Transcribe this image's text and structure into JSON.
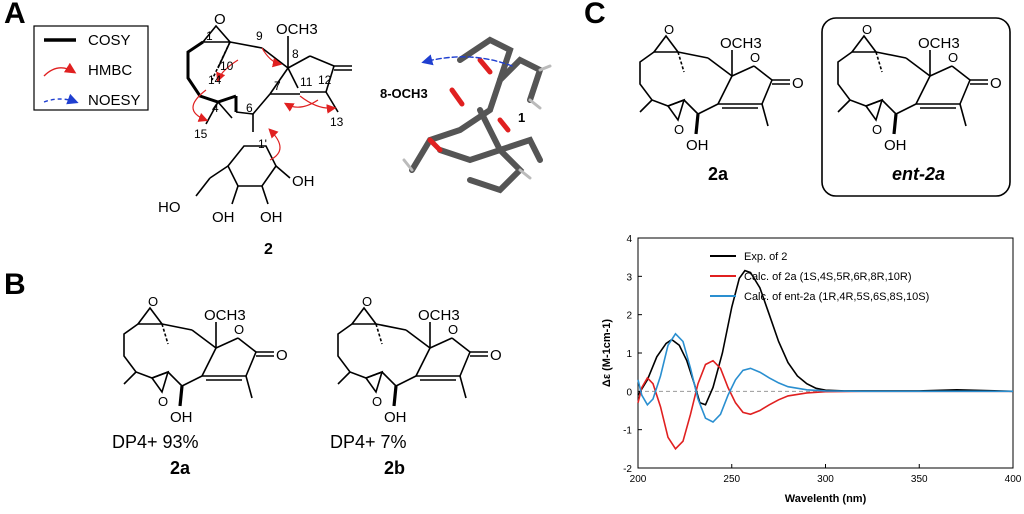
{
  "panels": {
    "a": "A",
    "b": "B",
    "c": "C"
  },
  "legend": {
    "cosy": "COSY",
    "hmbc": "HMBC",
    "noesy": "NOESY"
  },
  "panel_a": {
    "compound": "2",
    "atoms": {
      "c1": "1",
      "c4": "4",
      "c6": "6",
      "c7": "7",
      "c8": "8",
      "c9": "9",
      "c10": "10",
      "c11": "11",
      "c12": "12",
      "c13": "13",
      "c14": "14",
      "c15": "15",
      "c1p": "1'"
    },
    "substituents": {
      "och3": "OCH3",
      "oh": "OH",
      "ho": "HO",
      "o": "O"
    },
    "model_labels": {
      "och3": "8-OCH3",
      "h1": "1"
    }
  },
  "panel_b": {
    "items": [
      {
        "id": "2a",
        "dp4": "DP4+  93%",
        "oh": "OH",
        "och3": "OCH3"
      },
      {
        "id": "2b",
        "dp4": "DP4+  7%",
        "oh": "OH",
        "och3": "OCH3"
      }
    ]
  },
  "panel_c": {
    "structures": [
      {
        "id": "2a",
        "oh": "OH",
        "och3": "OCH3"
      },
      {
        "id": "ent-2a",
        "oh": "OH",
        "och3": "OCH3"
      }
    ]
  },
  "chart_data": {
    "type": "line",
    "xlabel": "Wavelenth (nm)",
    "ylabel": "Δε (M-1cm-1)",
    "xlim": [
      200,
      400
    ],
    "ylim": [
      -2,
      4
    ],
    "xticks": [
      200,
      250,
      300,
      350,
      400
    ],
    "yticks": [
      -2,
      -1,
      0,
      1,
      2,
      3,
      4
    ],
    "legend_position": "top-right",
    "series": [
      {
        "name": "Exp. of 2",
        "color": "#000000",
        "x": [
          200,
          205,
          210,
          215,
          218,
          222,
          226,
          230,
          233,
          236,
          240,
          245,
          250,
          254,
          257,
          260,
          265,
          270,
          275,
          280,
          285,
          290,
          295,
          300,
          305,
          310,
          320,
          350,
          370,
          400
        ],
        "y": [
          -0.1,
          0.3,
          0.9,
          1.25,
          1.35,
          1.2,
          0.8,
          0.2,
          -0.3,
          -0.35,
          0.1,
          1.0,
          2.2,
          2.95,
          3.15,
          3.1,
          2.7,
          2.0,
          1.3,
          0.75,
          0.4,
          0.2,
          0.08,
          0.03,
          0.02,
          0.01,
          0.01,
          0.01,
          0.04,
          0.0
        ]
      },
      {
        "name": "Calc. of 2a (1S,4S,5R,6R,8R,10R)",
        "color": "#e02020",
        "x": [
          200,
          202,
          205,
          208,
          212,
          216,
          220,
          224,
          228,
          232,
          236,
          240,
          244,
          248,
          252,
          256,
          260,
          265,
          270,
          275,
          280,
          290,
          300,
          320,
          400
        ],
        "y": [
          -0.3,
          0.1,
          0.35,
          0.2,
          -0.4,
          -1.2,
          -1.5,
          -1.3,
          -0.6,
          0.2,
          0.7,
          0.8,
          0.6,
          0.1,
          -0.3,
          -0.55,
          -0.6,
          -0.5,
          -0.35,
          -0.22,
          -0.12,
          -0.04,
          -0.01,
          0.0,
          0.0
        ]
      },
      {
        "name": "Calc. of ent-2a (1R,4R,5S,6S,8S,10S)",
        "color": "#2a8fd0",
        "x": [
          200,
          202,
          205,
          208,
          212,
          216,
          220,
          224,
          228,
          232,
          236,
          240,
          244,
          248,
          252,
          256,
          260,
          265,
          270,
          275,
          280,
          290,
          300,
          320,
          400
        ],
        "y": [
          0.3,
          -0.1,
          -0.35,
          -0.2,
          0.4,
          1.2,
          1.5,
          1.3,
          0.6,
          -0.2,
          -0.7,
          -0.8,
          -0.6,
          -0.1,
          0.3,
          0.55,
          0.6,
          0.5,
          0.35,
          0.22,
          0.12,
          0.04,
          0.01,
          0.0,
          0.0
        ]
      }
    ]
  }
}
